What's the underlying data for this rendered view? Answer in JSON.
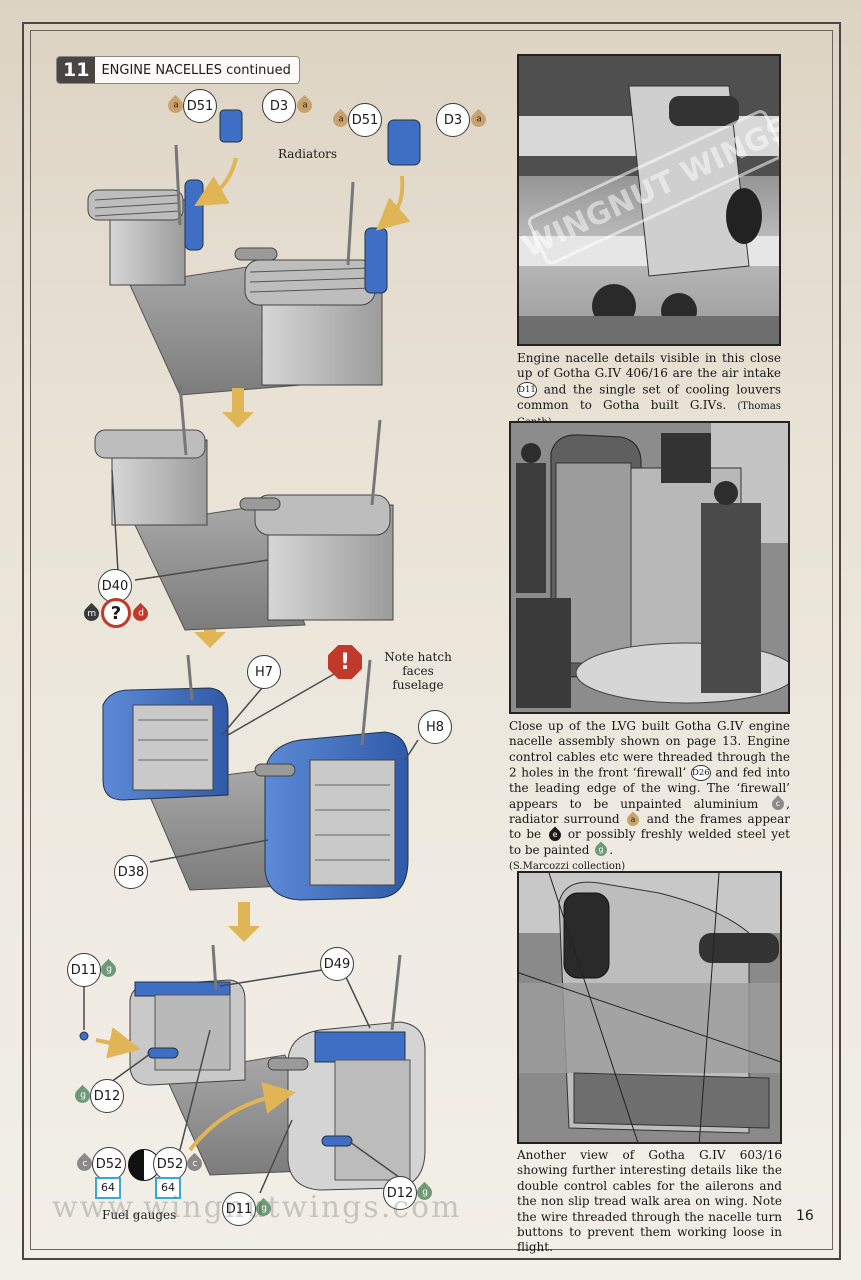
{
  "step": {
    "number": "11",
    "title": "ENGINE NACELLES continued"
  },
  "labels": {
    "radiators": "Radiators",
    "note_line1": "Note hatch faces",
    "note_line2": "fuselage",
    "fuel_gauges": "Fuel gauges",
    "warning_symbol": "!",
    "question_symbol": "?"
  },
  "callouts": {
    "d51": "D51",
    "d3": "D3",
    "d40": "D40",
    "h7": "H7",
    "h8": "H8",
    "d38": "D38",
    "d11": "D11",
    "d49": "D49",
    "d12": "D12",
    "d52": "D52",
    "box64": "64"
  },
  "paints": {
    "a": "a",
    "g": "g",
    "c": "c",
    "m": "m",
    "d": "d",
    "e": "e"
  },
  "colors": {
    "nacelle_blue": "#3f6fc4",
    "paint_a": "#c9a36f",
    "paint_g": "#6f9a77",
    "paint_c": "#8a8a8a",
    "paint_m": "#3a3a3a",
    "paint_d": "#c0392b",
    "paint_e": "#1a1a1a",
    "arrow": "#e0b555"
  },
  "captions": {
    "c1_text_a": "Engine nacelle details visible in this close up of Gotha G.IV 406/16 are the air intake",
    "c1_ref": "D11",
    "c1_text_b": "and the single set of cooling louvers common to Gotha built G.IVs.",
    "c1_credit": "(Thomas Genth)",
    "c2_text_a": "Close up of the LVG built Gotha G.IV engine nacelle assembly shown on page 13. Engine control cables etc were threaded through the 2 holes in the front ‘firewall’",
    "c2_ref": "D26",
    "c2_text_b": "and fed into the leading edge of the wing. The ‘firewall’ appears to be unpainted aluminium",
    "c2_text_c": ", radiator surround",
    "c2_text_d": "and the frames appear to be",
    "c2_text_e": "or possibly freshly welded steel yet to be painted",
    "c2_text_f": ".",
    "c2_credit": "(S.Marcozzi collection)",
    "c3_text": "Another view of Gotha G.IV 603/16 showing further interesting details like the double control cables for the ailerons and the non slip tread walk area on wing. Note the wire threaded through the nacelle turn buttons to prevent them working loose in flight."
  },
  "photo1_watermark": "WINGNUT WINGS",
  "watermark": "www.wingnutwings.com",
  "page_number": "16"
}
